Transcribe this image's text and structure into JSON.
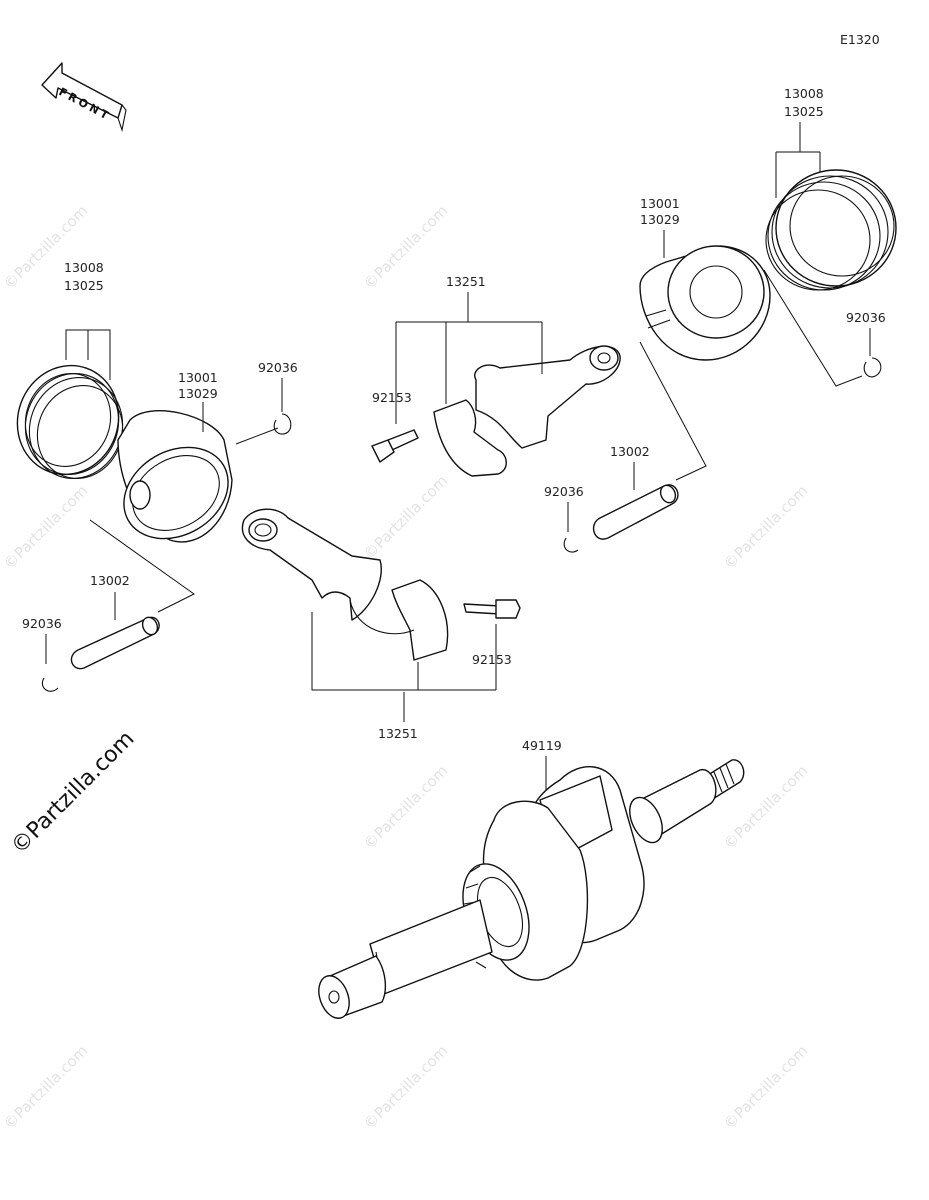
{
  "diagram_code": "E1320",
  "front_arrow_label": "FRONT",
  "watermark": "©Partzilla.com",
  "labels": {
    "left_rings": [
      "13008",
      "13025"
    ],
    "left_piston": [
      "13001",
      "13029"
    ],
    "left_circlip_top": "92036",
    "left_pin": "13002",
    "left_circlip_bottom": "92036",
    "left_rod_bolt": "92153",
    "left_rod": "13251",
    "center_rod": "13251",
    "center_rod_bolt": "92153",
    "right_piston": [
      "13001",
      "13029"
    ],
    "right_rings": [
      "13008",
      "13025"
    ],
    "right_circlip_top": "92036",
    "right_pin": "13002",
    "right_circlip_bottom": "92036",
    "crankshaft": "49119"
  }
}
